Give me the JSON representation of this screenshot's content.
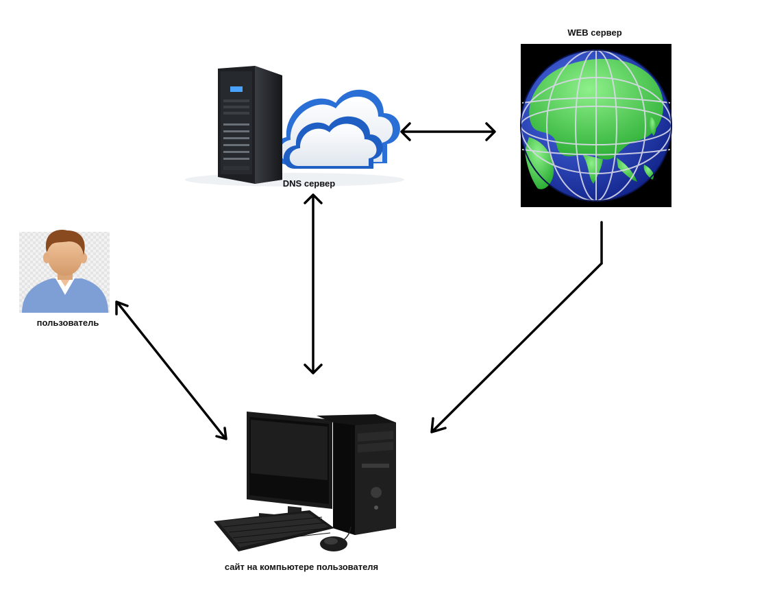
{
  "nodes": {
    "dns_server": {
      "label": "DNS сервер"
    },
    "web_server": {
      "label": "WEB сервер"
    },
    "user": {
      "label": "пользователь"
    },
    "user_pc": {
      "label": "сайт на компьютере пользователя"
    }
  },
  "edges": [
    {
      "from": "dns_server",
      "to": "web_server",
      "direction": "both"
    },
    {
      "from": "dns_server",
      "to": "user_pc",
      "direction": "both"
    },
    {
      "from": "user",
      "to": "user_pc",
      "direction": "both"
    },
    {
      "from": "web_server",
      "to": "user_pc",
      "direction": "forward"
    }
  ],
  "colors": {
    "arrow": "#000000",
    "globe_ocean": "#1f3fbf",
    "globe_land": "#3ccf3c",
    "cloud": "#2a6fd6",
    "user_shirt": "#7d9fd6",
    "user_hair": "#8a4a1f"
  }
}
